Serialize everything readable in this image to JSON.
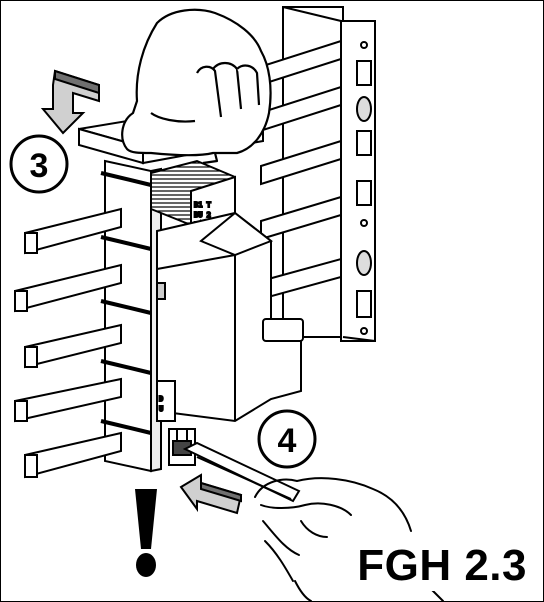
{
  "figure": {
    "label": "FGH 2.3",
    "steps": [
      {
        "number": "3",
        "icon": "push-down-arrow-icon"
      },
      {
        "number": "4",
        "icon": "insert-arrow-icon"
      }
    ],
    "warning_icon": "exclamation-icon",
    "colors": {
      "ink": "#000000",
      "paper": "#ffffff",
      "shade": "#d0d0d0",
      "dark_shade": "#707070"
    }
  }
}
